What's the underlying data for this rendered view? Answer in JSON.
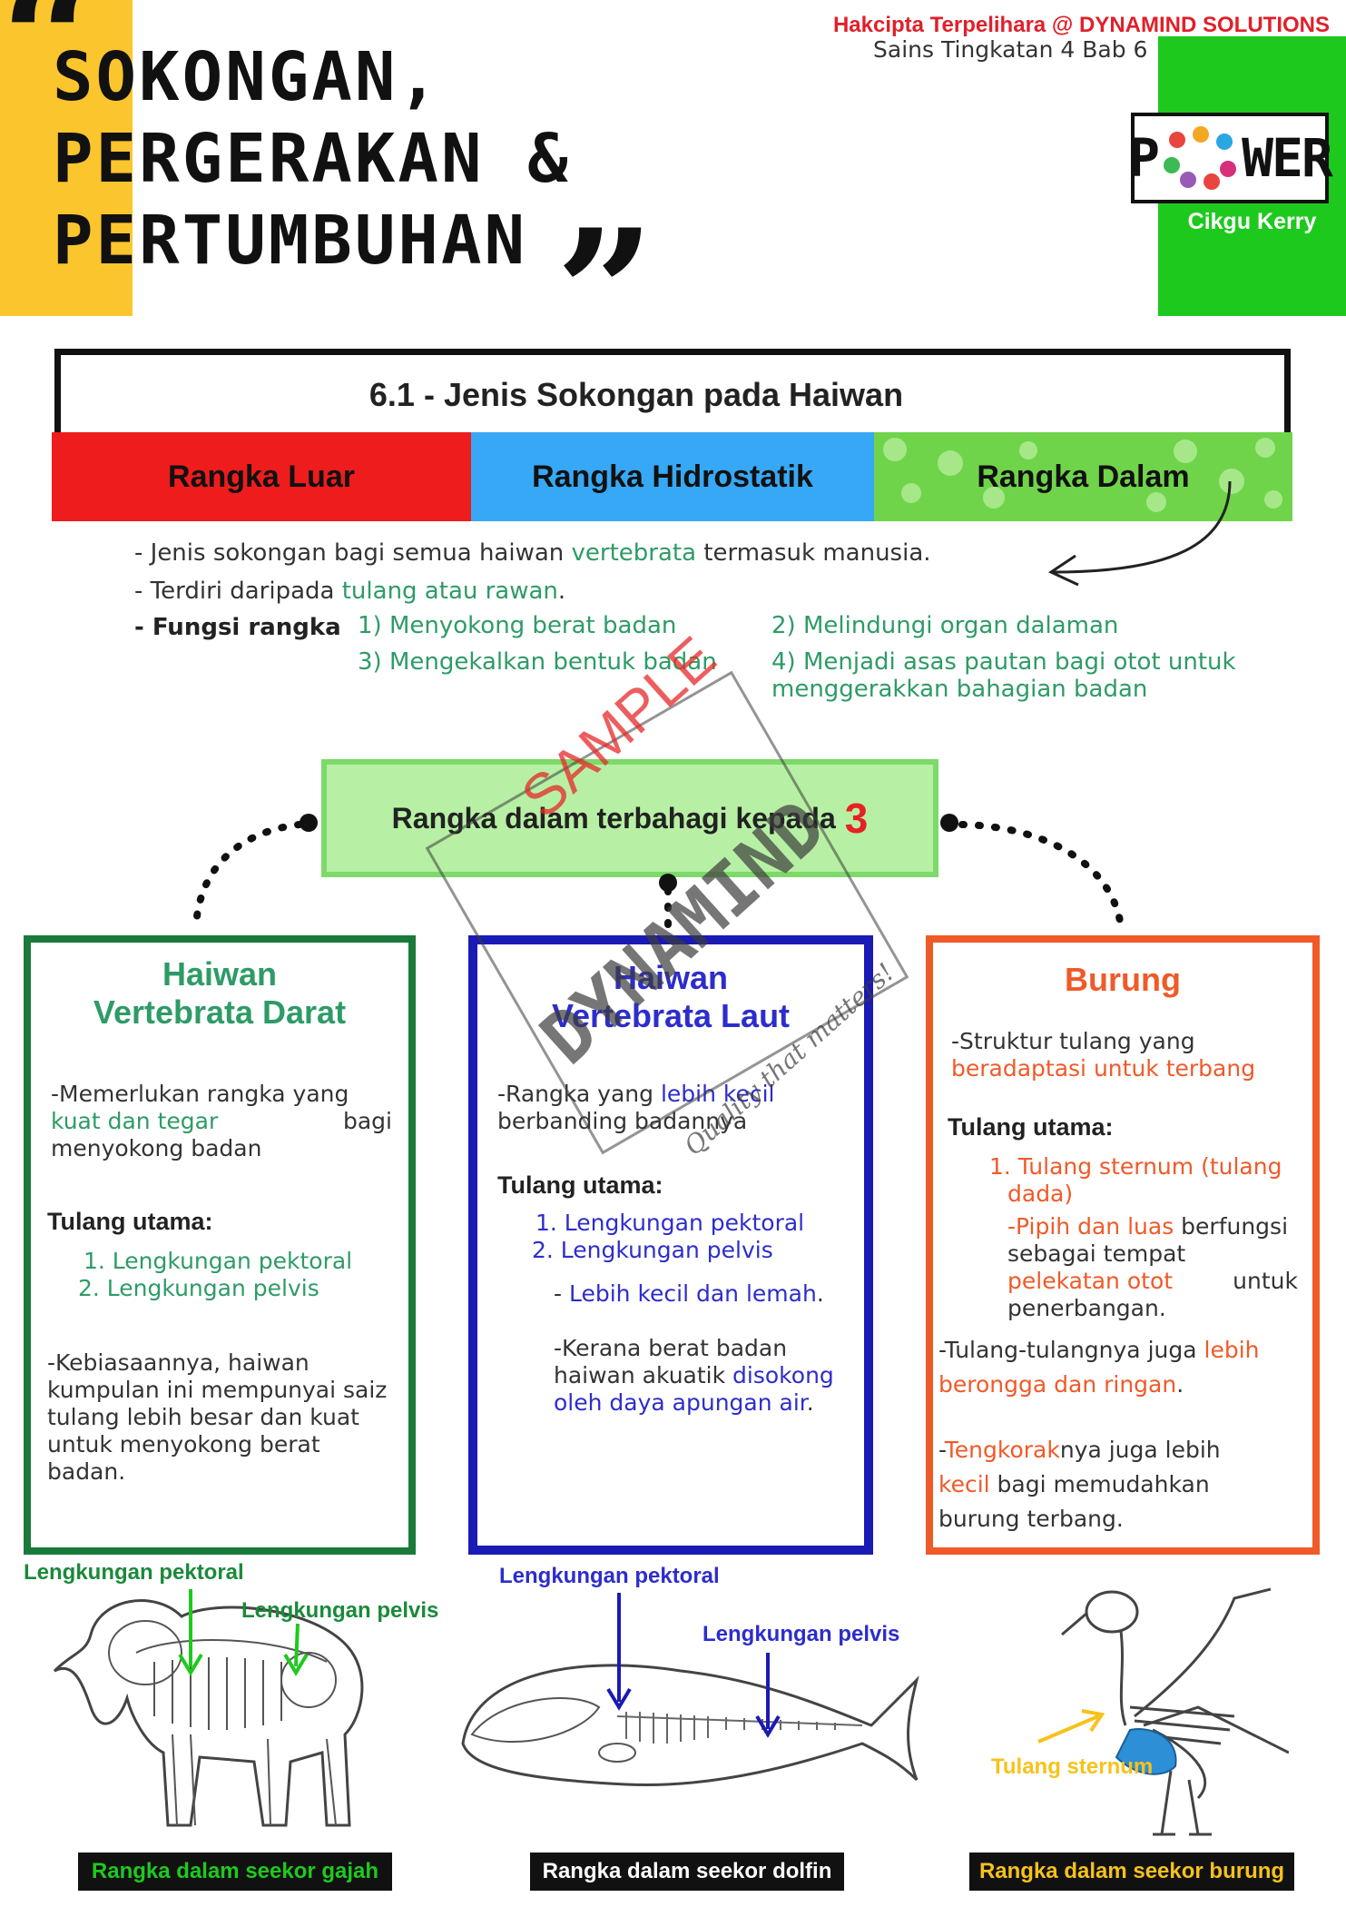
{
  "header": {
    "title_lines": [
      "SOKONGAN,",
      "PERGERAKAN &",
      "PERTUMBUHAN"
    ],
    "quote_open": "“",
    "quote_close": "”",
    "copyright": "Hakcipta Terpelihara @ DYNAMIND SOLUTIONS",
    "subject": "Sains Tingkatan 4 Bab 6",
    "logo_left": "P",
    "logo_right": "WER",
    "logo_caption": "Cikgu Kerry"
  },
  "section": {
    "title": "6.1 - Jenis Sokongan pada Haiwan",
    "tabs": [
      "Rangka Luar",
      "Rangka Hidrostatik",
      "Rangka Dalam"
    ]
  },
  "info": {
    "line1_pre": "- Jenis sokongan bagi semua haiwan ",
    "line1_hl": "vertebrata",
    "line1_post": " termasuk manusia.",
    "line2_pre": "- Terdiri daripada ",
    "line2_hl": "tulang atau rawan",
    "line2_post": ".",
    "func_label": "- Fungsi rangka",
    "functions": [
      "1) Menyokong berat badan",
      "2) Melindungi organ dalaman",
      "3) Mengekalkan bentuk badan",
      "4) Menjadi asas pautan bagi otot untuk",
      "menggerakkan bahagian badan"
    ]
  },
  "center": {
    "label": "Rangka dalam terbahagi kepada",
    "number": "3"
  },
  "cards": {
    "land": {
      "title_lines": [
        "Haiwan",
        "Vertebrata Darat"
      ],
      "intro_1": "-Memerlukan rangka yang",
      "intro_hl": "kuat dan tegar",
      "intro_2": "bagi",
      "intro_3": "menyokong badan",
      "bones_label": "Tulang utama:",
      "bones": [
        "1. Lengkungan pektoral",
        "2. Lengkungan pelvis"
      ],
      "note_lines": [
        "-Kebiasaannya, haiwan",
        "kumpulan ini mempunyai saiz",
        "tulang lebih besar dan kuat",
        "untuk menyokong berat",
        "badan."
      ]
    },
    "sea": {
      "title_lines": [
        "Haiwan",
        "Vertebrata Laut"
      ],
      "intro_1": "-Rangka yang ",
      "intro_hl": "lebih kecil",
      "intro_2": "berbanding badannya",
      "bones_label": "Tulang utama:",
      "bones": [
        "1. Lengkungan pektoral",
        "2. Lengkungan pelvis"
      ],
      "sub_pre": "- ",
      "sub_hl": "Lebih kecil dan lemah",
      "sub_post": ".",
      "note_1": "-Kerana berat badan",
      "note_2": "haiwan akuatik ",
      "note_hl1": "disokong",
      "note_hl2": "oleh daya apungan air",
      "note_end": "."
    },
    "bird": {
      "title": "Burung",
      "intro_1": "-Struktur tulang yang",
      "intro_hl": "beradaptasi untuk terbang",
      "bones_label": "Tulang utama:",
      "bone1_a": "1. Tulang sternum (tulang",
      "bone1_b": "dada)",
      "detail_hl": "-Pipih dan luas",
      "detail_1": " berfungsi",
      "detail_2": "sebagai tempat",
      "detail_hl2": "pelekatan otot",
      "detail_3": "untuk",
      "detail_4": "penerbangan.",
      "note1_pre": "-Tulang-tulangnya juga ",
      "note1_hl1": "lebih",
      "note1_hl2": "berongga dan ringan",
      "note1_end": ".",
      "note2_pre": "-",
      "note2_hl1": "Tengkorak",
      "note2_mid": "nya juga lebih",
      "note2_hl2": "kecil",
      "note2_post": " bagi memudahkan",
      "note2_end": "burung terbang."
    }
  },
  "diagrams": {
    "elephant": {
      "pectoral": "Lengkungan pektoral",
      "pelvis": "Lengkungan pelvis",
      "caption": "Rangka dalam seekor gajah"
    },
    "dolphin": {
      "pectoral": "Lengkungan pektoral",
      "pelvis": "Lengkungan pelvis",
      "caption": "Rangka dalam seekor dolfin"
    },
    "bird": {
      "sternum": "Tulang sternum",
      "caption": "Rangka dalam seekor burung"
    }
  },
  "watermark": {
    "sample": "SAMPLE",
    "brand": "DYNAMIND",
    "tagline": "Quality that matters!"
  },
  "colors": {
    "yellow": "#fbc52d",
    "green_accent": "#1ec91e",
    "red_tab": "#ee1c1c",
    "blue_tab": "#36a8f5",
    "green_tab": "#6fd44a",
    "land_border": "#1a7a3a",
    "sea_border": "#1a1ab5",
    "bird_border": "#f05a28"
  }
}
